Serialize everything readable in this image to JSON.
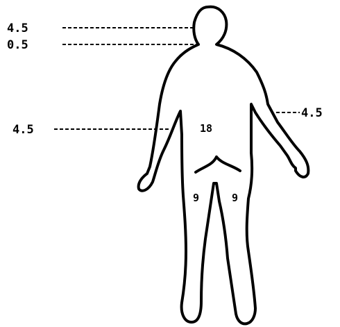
{
  "labels": {
    "head_front": "4.5",
    "neck": "0.5",
    "left_arm": "4.5",
    "right_arm": "4.5",
    "back_trunk": "18",
    "left_leg": "9",
    "right_leg": "9"
  },
  "colors": {
    "ink": "#000000",
    "background": "#ffffff"
  }
}
